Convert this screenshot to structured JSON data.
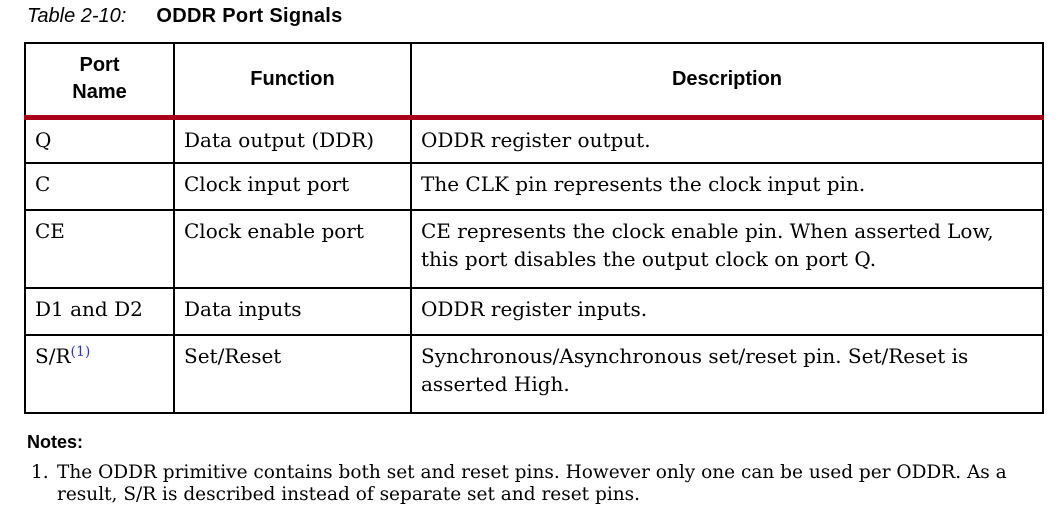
{
  "caption": {
    "label": "Table 2-10:",
    "name": "ODDR Port Signals"
  },
  "table": {
    "headers": {
      "port": "Port\nName",
      "function": "Function",
      "description": "Description"
    },
    "rows": [
      {
        "port": "Q",
        "function": "Data output (DDR)",
        "description": "ODDR register output."
      },
      {
        "port": "C",
        "function": "Clock input port",
        "description": "The CLK pin represents the clock input pin."
      },
      {
        "port": "CE",
        "function": "Clock enable port",
        "description": "CE represents the clock enable pin. When asserted Low,\nthis port disables the output clock on port Q."
      },
      {
        "port": "D1 and D2",
        "function": "Data inputs",
        "description": "ODDR register inputs."
      },
      {
        "port": "S/R",
        "port_sup": "(1)",
        "function": "Set/Reset",
        "description": "Synchronous/Asynchronous set/reset pin. Set/Reset is\nasserted High."
      }
    ]
  },
  "notes": {
    "heading": "Notes:",
    "items": [
      {
        "number": "1.",
        "text": "The ODDR primitive contains both set and reset pins. However only one can be used per ODDR. As a\nresult, S/R is described instead of separate set and reset pins."
      }
    ]
  },
  "colors": {
    "header_rule": "#A80019",
    "footnote_link": "#3333CC",
    "border": "#000000"
  }
}
